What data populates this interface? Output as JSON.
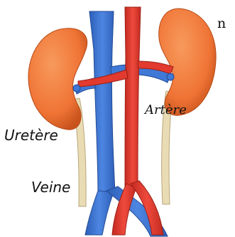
{
  "labels": {
    "cut_text": "n",
    "artere": "Artère",
    "uretere": "Uretère",
    "veine": "Veine"
  },
  "colors": {
    "kidney": "#f07a3a",
    "kidney_shadow": "#c9531c",
    "vein": "#3f78d6",
    "artery": "#e23a2e",
    "ureter": "#e9dcb4",
    "background": "#ffffff"
  }
}
